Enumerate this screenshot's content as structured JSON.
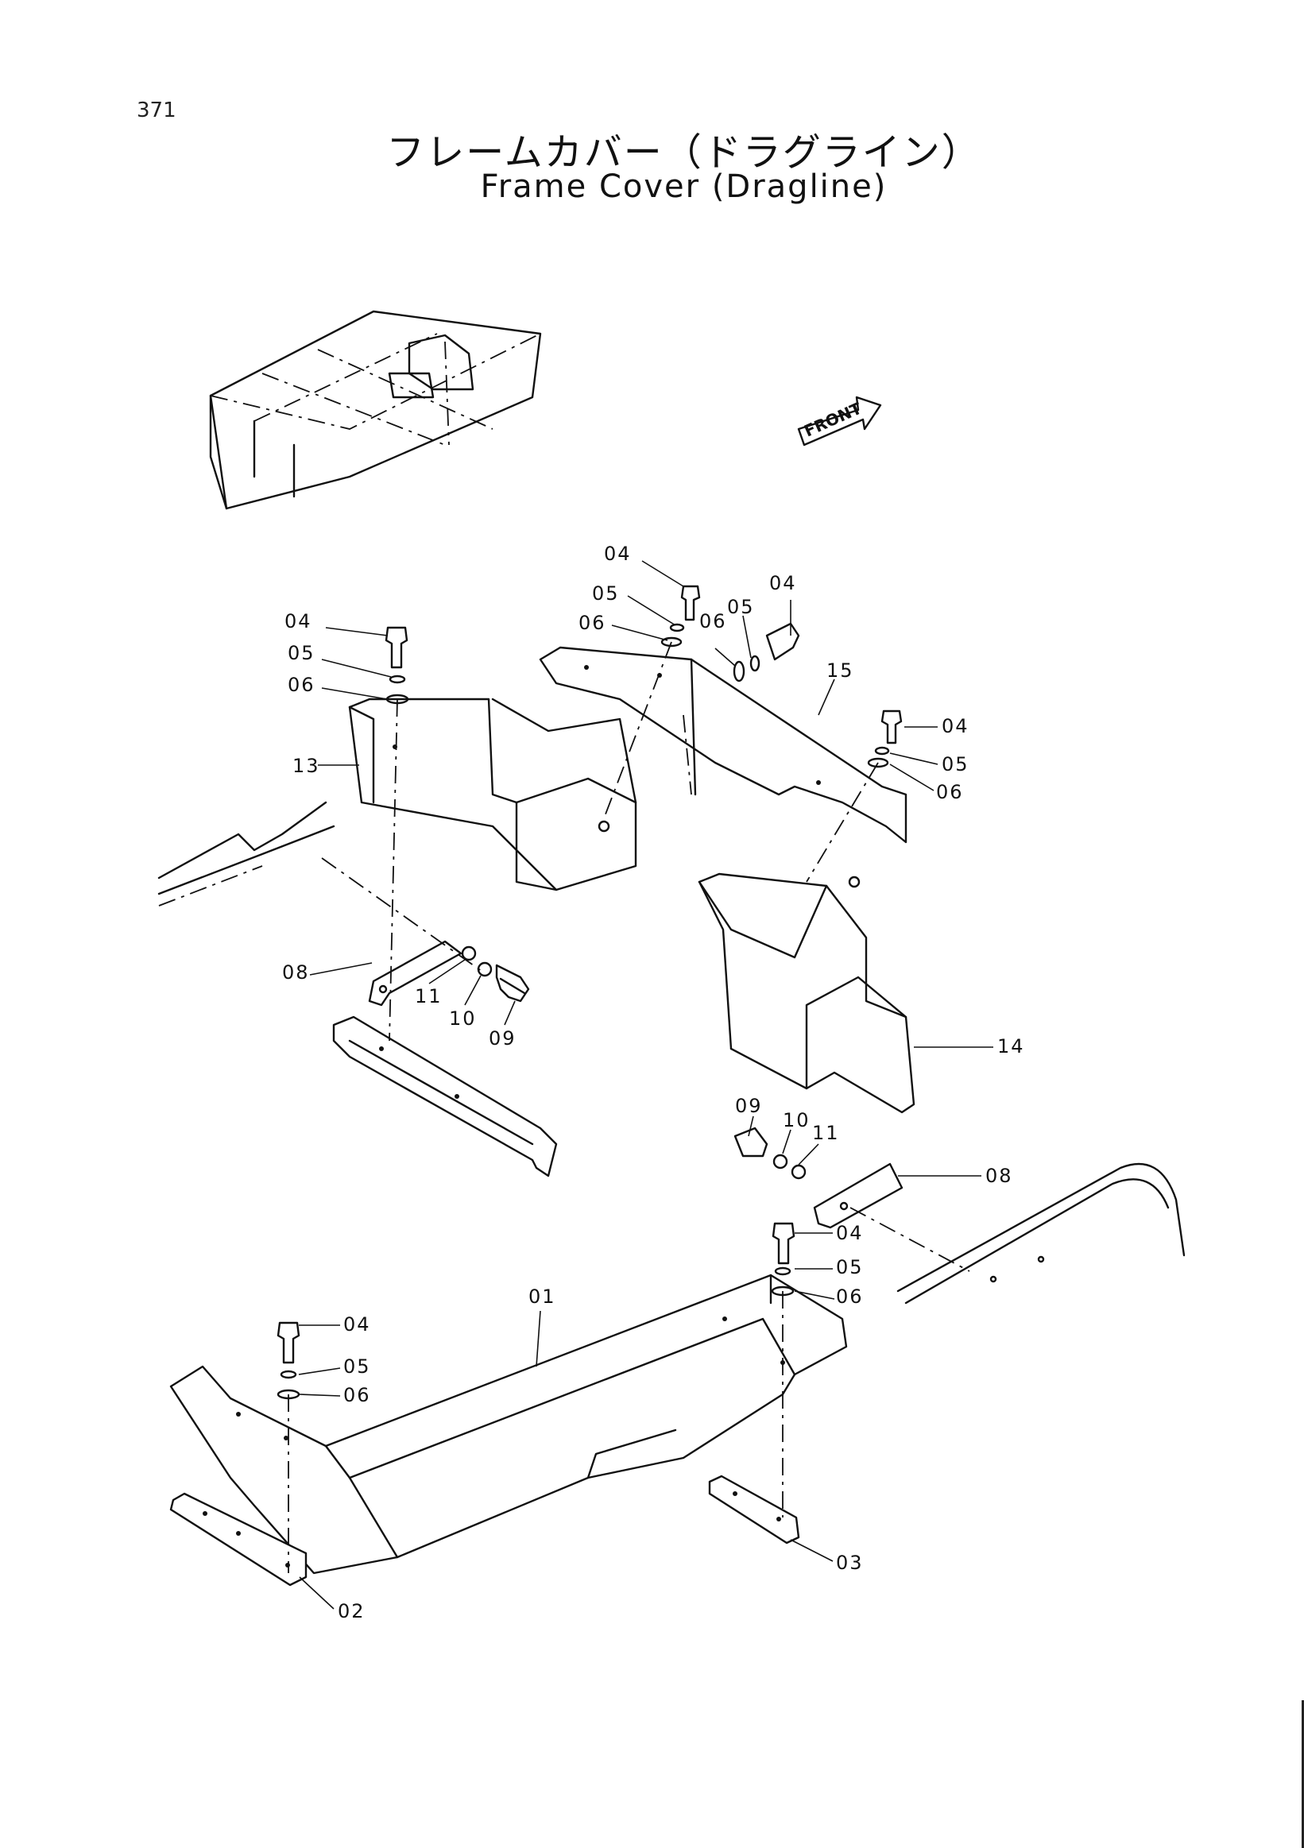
{
  "page_number": "371",
  "title_jp": "フレームカバー（ドラグライン）",
  "title_en": "Frame Cover (Dragline)",
  "front_label": "FRONT",
  "callouts": {
    "c01": "01",
    "c02": "02",
    "c03": "03",
    "c04a": "04",
    "c05a": "05",
    "c06a": "06",
    "c04b": "04",
    "c05b": "05",
    "c06b": "06",
    "c04c": "04",
    "c05c": "05",
    "c06c": "06",
    "c04d": "04",
    "c05d": "05",
    "c06d": "06",
    "c04e": "04",
    "c05e": "05",
    "c06e": "06",
    "c04f": "04",
    "c05f": "05",
    "c06f": "06",
    "c08a": "08",
    "c09a": "09",
    "c10a": "10",
    "c11a": "11",
    "c08b": "08",
    "c09b": "09",
    "c10b": "10",
    "c11b": "11",
    "c13": "13",
    "c14": "14",
    "c15": "15"
  }
}
